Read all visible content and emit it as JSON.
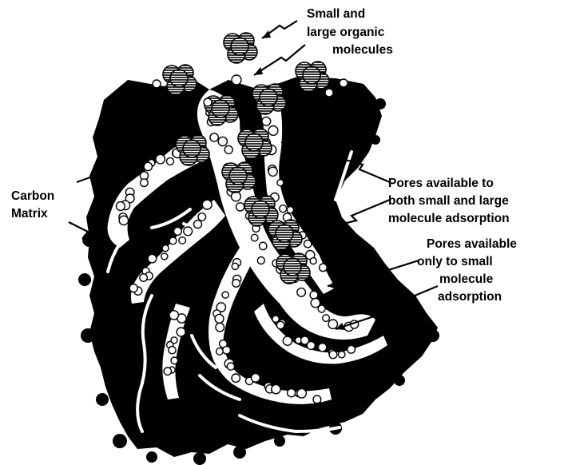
{
  "labels": {
    "molecules": [
      "Small and",
      "large organic",
      "molecules"
    ],
    "carbon": [
      "Carbon",
      "Matrix"
    ],
    "pores_both": [
      "Pores available to",
      "both small and large",
      "molecule adsorption"
    ],
    "pores_small": [
      "Pores available",
      "only to small",
      "molecule",
      "adsorption"
    ]
  },
  "colors": {
    "matrix": "#000000",
    "pore": "#ffffff",
    "background": "#ffffff"
  }
}
